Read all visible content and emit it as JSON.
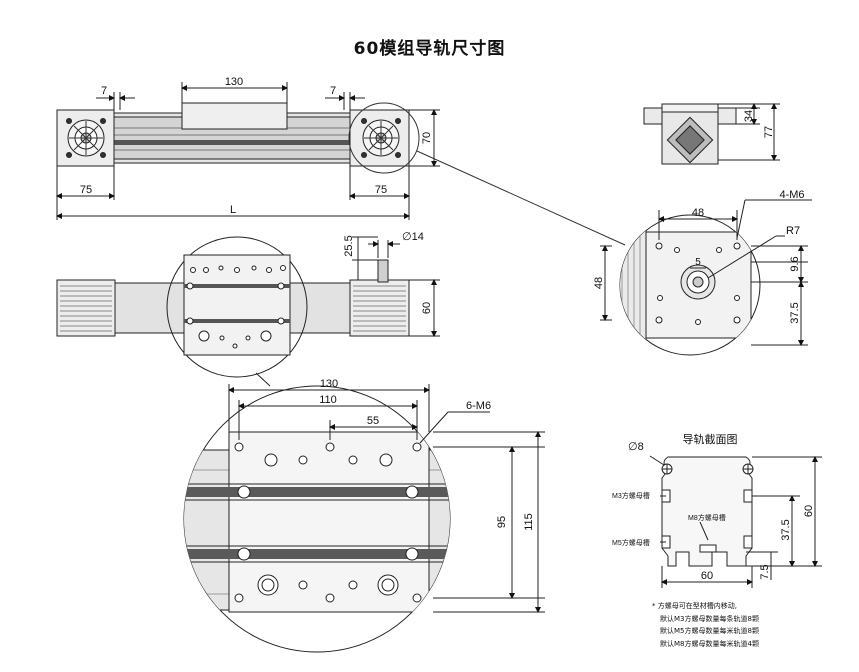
{
  "title": "60模组导轨尺寸图",
  "top_view": {
    "dim_130": "130",
    "dim_7_left": "7",
    "dim_7_right": "7",
    "dim_70": "70",
    "dim_75_left": "75",
    "dim_75_right": "75",
    "dim_L": "L"
  },
  "side_view": {
    "dim_25_5": "25.5",
    "dim_phi14": "∅14",
    "dim_60": "60"
  },
  "end_view_small": {
    "dim_34": "34",
    "dim_77": "77"
  },
  "end_view_detail": {
    "label_4m6": "4-M6",
    "dim_48_top": "48",
    "label_r7": "R7",
    "dim_5": "5",
    "dim_9_6": "9.6",
    "dim_48_left": "48",
    "dim_37_5": "37.5"
  },
  "carriage_detail": {
    "dim_130": "130",
    "dim_110": "110",
    "dim_55": "55",
    "label_6m6": "6-M6",
    "dim_95": "95",
    "dim_115": "115"
  },
  "rail_section": {
    "heading": "导轨截面图",
    "dim_phi8": "∅8",
    "label_m3": "M3方螺母槽",
    "label_m8": "M8方螺母槽",
    "label_m5": "M5方螺母槽",
    "dim_60_right": "60",
    "dim_37_5": "37.5",
    "dim_60_bottom": "60",
    "dim_7_5": "7.5"
  },
  "notes": [
    "* 方螺母可在型材槽内移动,",
    "默认M3方螺母数量每条轨道8颗",
    "默认M5方螺母数量每米轨道8颗",
    "默认M8方螺母数量每米轨道4颗"
  ]
}
